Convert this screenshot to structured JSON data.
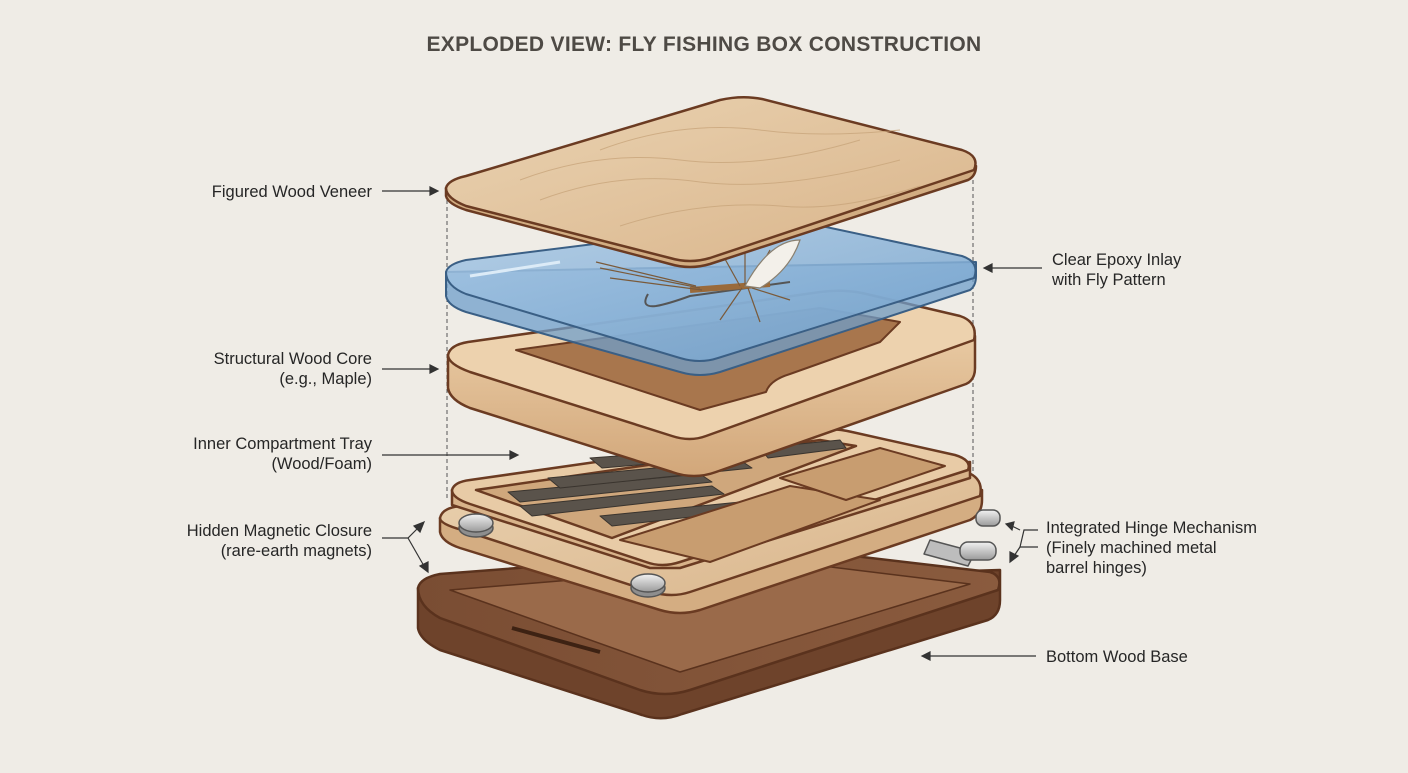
{
  "title": "EXPLODED VIEW: FLY FISHING BOX CONSTRUCTION",
  "labels": {
    "veneer": [
      "Figured Wood Veneer"
    ],
    "epoxy": [
      "Clear Epoxy Inlay",
      "with Fly Pattern"
    ],
    "core": [
      "Structural Wood Core",
      "(e.g., Maple)"
    ],
    "tray": [
      "Inner Compartment Tray",
      "(Wood/Foam)"
    ],
    "magnet": [
      "Hidden Magnetic Closure",
      "(rare-earth magnets)"
    ],
    "hinge": [
      "Integrated Hinge Mechanism",
      "(Finely machined metal",
      "barrel hinges)"
    ],
    "base": [
      "Bottom Wood Base"
    ]
  },
  "colors": {
    "outline": "#6b3b22",
    "veneer": "#e3c49e",
    "epoxy": "#8fb6d9",
    "core": "#e6c7a0",
    "tray": "#e2c29a",
    "base": "#7a4d33",
    "foam": "#4e4a45",
    "metal": "#c8c8c8"
  }
}
